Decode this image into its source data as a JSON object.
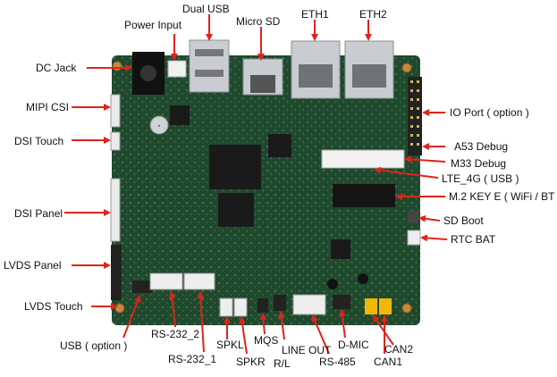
{
  "colors": {
    "pcb": "#1f4a2e",
    "pcb_dark": "#163826",
    "arrow": "#e0231b",
    "text": "#111111",
    "background": "#ffffff",
    "metal": "#c9ccd0",
    "chip": "#1a1a1a",
    "connector_white": "#eeeeee",
    "connector_black": "#222222",
    "connector_yellow": "#f2b705"
  },
  "labels": {
    "dc_jack": "DC  Jack",
    "power_input": "Power Input",
    "dual_usb": "Dual USB",
    "micro_sd": "Micro SD",
    "eth1": "ETH1",
    "eth2": "ETH2",
    "mipi_csi": "MIPI CSI",
    "dsi_touch": "DSI Touch",
    "dsi_panel": "DSI Panel",
    "lvds_panel": "LVDS Panel",
    "lvds_touch": "LVDS Touch",
    "usb_option": "USB ( option )",
    "rs232_2": "RS-232_2",
    "rs232_1": "RS-232_1",
    "spkl": "SPKL",
    "spkr": "SPKR",
    "mqs": "MQS",
    "line_out": "LINE OUT",
    "line_out_rl": "R/L",
    "rs485": "RS-485",
    "dmic": "D-MIC",
    "can2": "CAN2",
    "can1": "CAN1",
    "io_port": "IO Port ( option )",
    "a53_debug": "A53 Debug",
    "m33_debug": "M33 Debug",
    "lte_4g": "LTE_4G ( USB )",
    "m2_key_e": "M.2 KEY E ( WiFi / BT )",
    "sd_boot": "SD Boot",
    "rtc_bat": "RTC BAT"
  }
}
